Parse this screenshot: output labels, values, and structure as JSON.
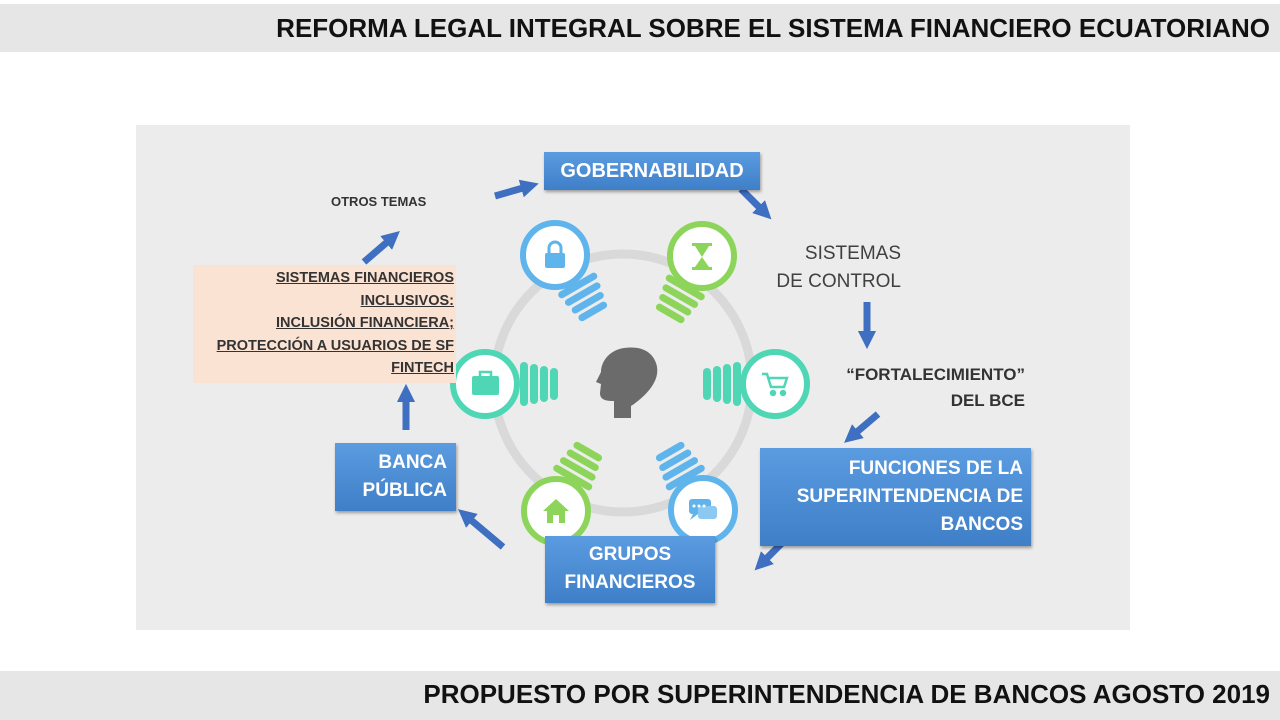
{
  "header": {
    "title": "REFORMA LEGAL INTEGRAL SOBRE EL SISTEMA FINANCIERO ECUATORIANO"
  },
  "footer": {
    "text": "PROPUESTO POR SUPERINTENDENCIA DE BANCOS AGOSTO 2019"
  },
  "diagram": {
    "gobernabilidad": "GOBERNABILIDAD",
    "otros_temas": "OTROS TEMAS",
    "sistemas_de_control": [
      "SISTEMAS",
      "DE CONTROL"
    ],
    "fortalecimiento": [
      "“FORTALECIMIENTO”",
      "DEL BCE"
    ],
    "funciones": [
      "FUNCIONES DE LA",
      "SUPERINTENDENCIA DE",
      "BANCOS"
    ],
    "grupos": [
      "GRUPOS",
      "FINANCIEROS"
    ],
    "banca_publica": [
      "BANCA",
      "PÚBLICA"
    ],
    "sistemas_inclusivos": [
      "SISTEMAS FINANCIEROS",
      "INCLUSIVOS:",
      "INCLUSIÓN FINANCIERA;",
      "PROTECCIÓN A USUARIOS DE SF",
      "FINTECH"
    ]
  },
  "colors": {
    "blue_box": "#4a8bd4",
    "arrow": "#3f6fc0",
    "green": "#8cd55a",
    "teal": "#4fd6b5",
    "blue_ring": "#5fb4ec",
    "pink_box": "#fbe3d4",
    "head": "#6b6b6b",
    "ring": "#d9d9d9"
  },
  "icons": [
    "lock-icon",
    "hourglass-icon",
    "cart-icon",
    "chat-icon",
    "home-icon",
    "briefcase-icon",
    "head-icon"
  ]
}
